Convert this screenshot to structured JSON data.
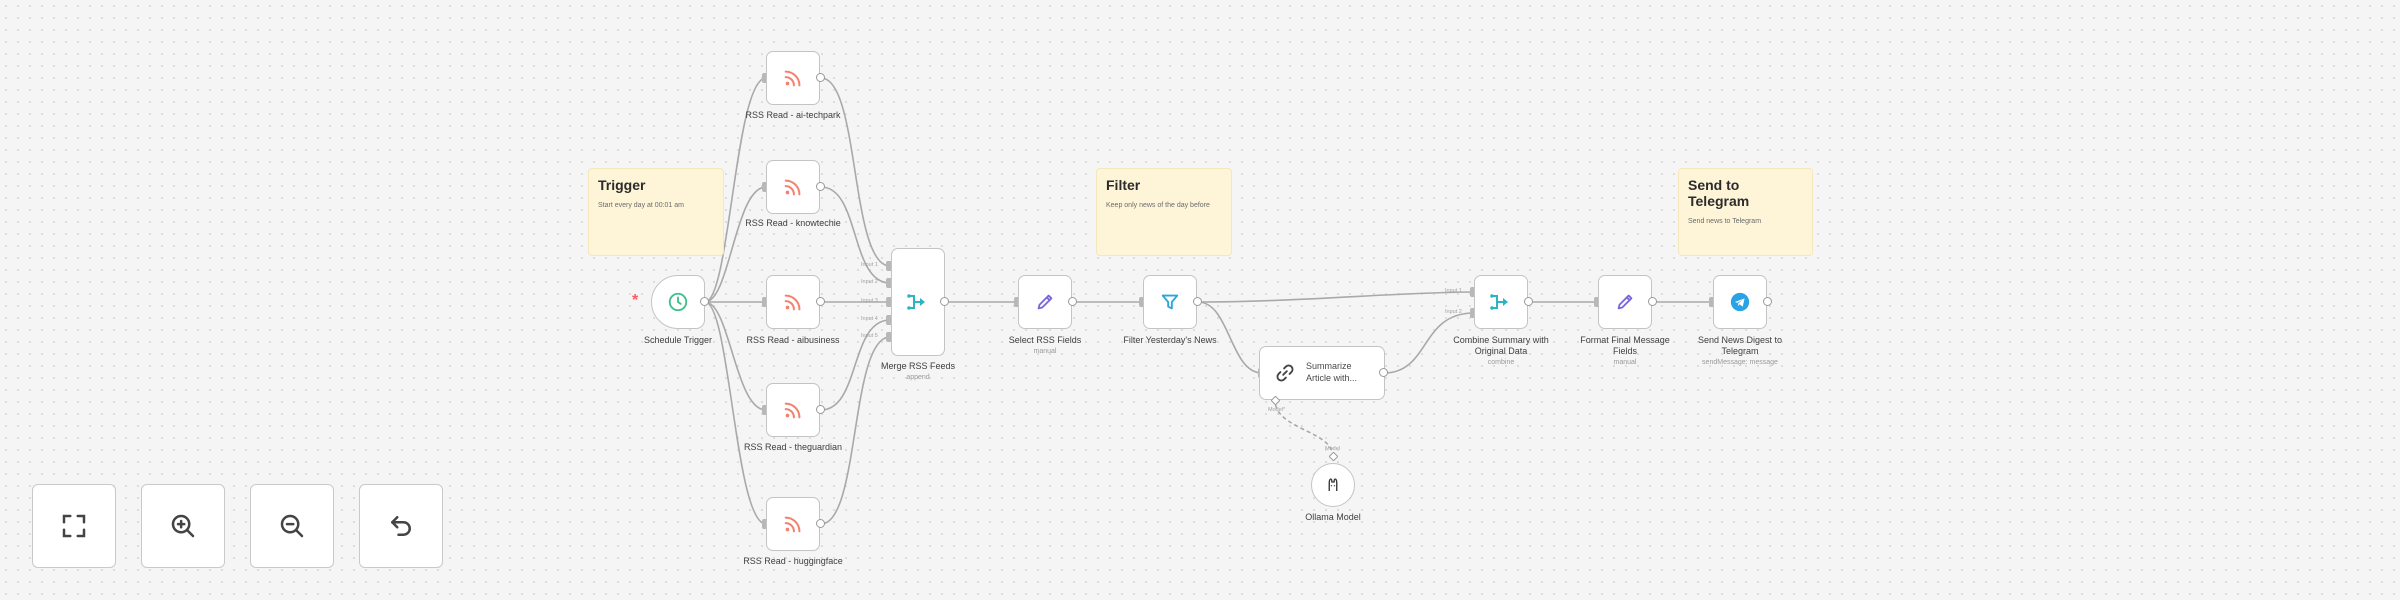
{
  "sticky_notes": [
    {
      "id": "trigger",
      "title": "Trigger",
      "body": "Start every day at 00:01 am"
    },
    {
      "id": "filter",
      "title": "Filter",
      "body": "Keep only news of the day before"
    },
    {
      "id": "telegram",
      "title": "Send to Telegram",
      "body": "Send news to Telegram"
    }
  ],
  "nodes": {
    "schedule_trigger": {
      "label": "Schedule Trigger",
      "icon": "clock-icon"
    },
    "rss_1": {
      "label": "RSS Read - ai-techpark",
      "icon": "rss-icon"
    },
    "rss_2": {
      "label": "RSS Read - knowtechie",
      "icon": "rss-icon"
    },
    "rss_3": {
      "label": "RSS Read - aibusiness",
      "icon": "rss-icon"
    },
    "rss_4": {
      "label": "RSS Read - theguardian",
      "icon": "rss-icon"
    },
    "rss_5": {
      "label": "RSS Read - huggingface",
      "icon": "rss-icon"
    },
    "merge": {
      "label": "Merge RSS Feeds",
      "sub": "append",
      "icon": "merge-icon",
      "ports": [
        "Input 1",
        "Input 2",
        "Input 3",
        "Input 4",
        "Input 5"
      ]
    },
    "select_fields": {
      "label": "Select RSS Fields",
      "sub": "manual",
      "icon": "pencil-icon"
    },
    "filter_news": {
      "label": "Filter Yesterday's News",
      "icon": "filter-icon"
    },
    "summarize": {
      "label": "Summarize Article with...",
      "port_model": "Model*",
      "icon": "link-icon"
    },
    "ollama": {
      "label": "Ollama Model",
      "port_model": "Model",
      "icon": "ollama-icon"
    },
    "combine": {
      "label": "Combine Summary with Original Data",
      "sub": "combine",
      "icon": "merge-icon",
      "ports": [
        "Input 1",
        "Input 2"
      ]
    },
    "format_message": {
      "label": "Format Final Message Fields",
      "sub": "manual",
      "icon": "pencil-icon"
    },
    "send_telegram": {
      "label": "Send News Digest to Telegram",
      "sub": "sendMessage: message",
      "icon": "telegram-icon"
    }
  },
  "controls": [
    {
      "id": "fit",
      "icon": "fit-view-icon"
    },
    {
      "id": "zoom_in",
      "icon": "zoom-in-icon"
    },
    {
      "id": "zoom_out",
      "icon": "zoom-out-icon"
    },
    {
      "id": "reset",
      "icon": "undo-icon"
    }
  ],
  "colors": {
    "rss": "#f2826e",
    "schedule": "#3fbf8c",
    "merge": "#2bb4c2",
    "pencil": "#7a67d8",
    "filter": "#2aa7d8",
    "telegram": "#2aa3e6",
    "trigger_asterisk": "#ff5a5f"
  }
}
